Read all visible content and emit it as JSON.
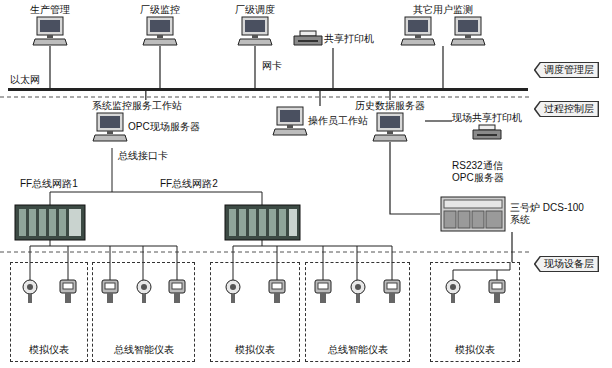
{
  "diagram": {
    "nodes": [
      {
        "text": [
          "调度管理层"
        ]
      },
      {
        "text": [
          "生产管理"
        ]
      },
      {
        "text": [
          "厂级监控"
        ]
      },
      {
        "text": [
          "厂级调度"
        ]
      },
      {
        "text": [
          "共享打印机"
        ]
      },
      {
        "text": [
          "其它用户监测"
        ]
      },
      {
        "text": [
          "以太网"
        ]
      },
      {
        "text": [
          "过程控制层"
        ]
      },
      {
        "text": [
          "系统监控服务工作站",
          "OPC现场服务器"
        ]
      },
      {
        "text": [
          "操作员工作站"
        ]
      },
      {
        "text": [
          "历史数据服务器"
        ]
      },
      {
        "text": [
          "现场共享打印机"
        ]
      },
      {
        "text": [
          "三号炉 DCS-100系统"
        ]
      },
      {
        "text": [
          "现场设备层"
        ]
      },
      {
        "text": [
          "模拟仪表"
        ]
      },
      {
        "text": [
          "总线智能仪表"
        ]
      },
      {
        "text": [
          "模拟仪表"
        ]
      },
      {
        "text": [
          "总线智能仪表"
        ]
      },
      {
        "text": [
          "模拟仪表"
        ]
      }
    ],
    "edges": [
      {
        "from": 1,
        "to": 6,
        "arrow": "none"
      },
      {
        "from": 2,
        "to": 6,
        "arrow": "none"
      },
      {
        "from": 3,
        "to": 6,
        "arrow": "none"
      },
      {
        "from": 4,
        "to": 6,
        "arrow": "none"
      },
      {
        "from": 5,
        "to": 6,
        "arrow": "none"
      },
      {
        "from": 8,
        "to": 6,
        "arrow": "none"
      },
      {
        "from": 9,
        "to": 6,
        "arrow": "none"
      },
      {
        "from": 10,
        "to": 6,
        "arrow": "none"
      },
      {
        "from": 10,
        "to": 11,
        "arrow": "none"
      },
      {
        "from": 10,
        "to": 12,
        "arrow": "none"
      },
      {
        "from": 12,
        "to": 18,
        "arrow": "none"
      }
    ],
    "labels": [
      "网卡",
      "总线接口卡",
      "FF总线网路1",
      "FF总线网路2",
      "RS232通信",
      "OPC服务器"
    ]
  }
}
